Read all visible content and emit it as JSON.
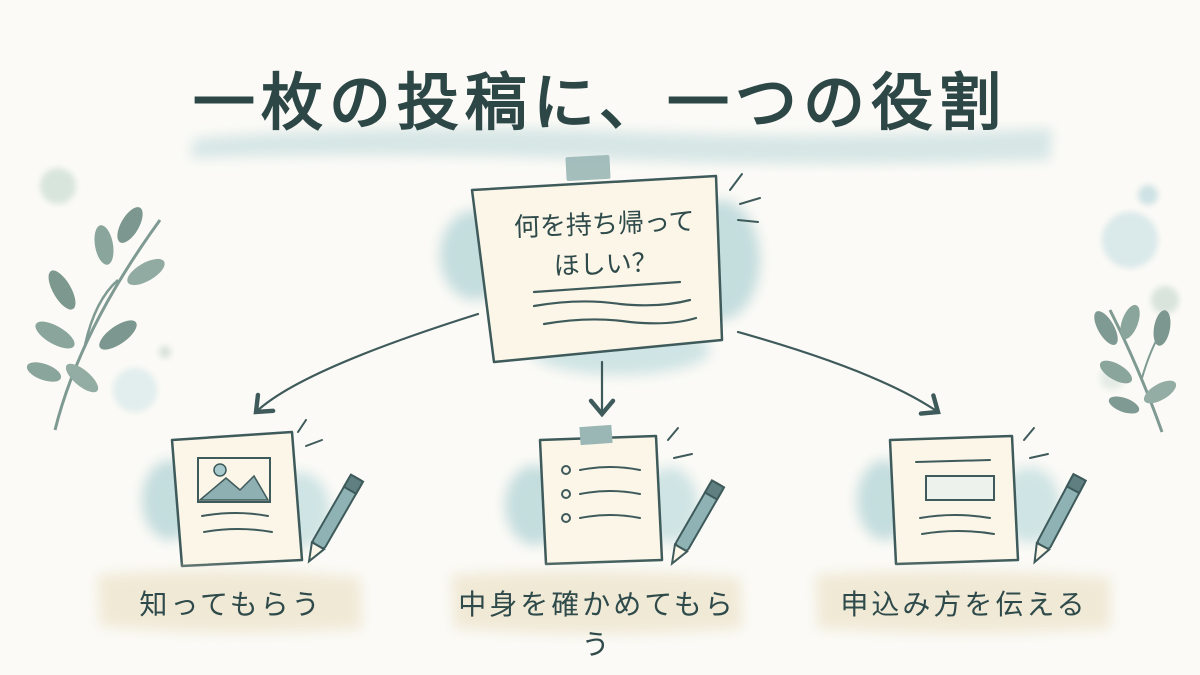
{
  "title": "一枚の投稿に、一つの役割",
  "center_card": {
    "line1": "何を持ち帰って",
    "line2": "ほしい？"
  },
  "roles": [
    {
      "label": "知ってもらう"
    },
    {
      "label": "中身を確かめてもらう"
    },
    {
      "label": "申込み方を伝える"
    }
  ],
  "colors": {
    "ink": "#2f4a4a",
    "wash": "#a9cfd2",
    "paper": "#fbf7ea",
    "leaf": "#7f9a92",
    "label_wash": "#f1ead7"
  }
}
